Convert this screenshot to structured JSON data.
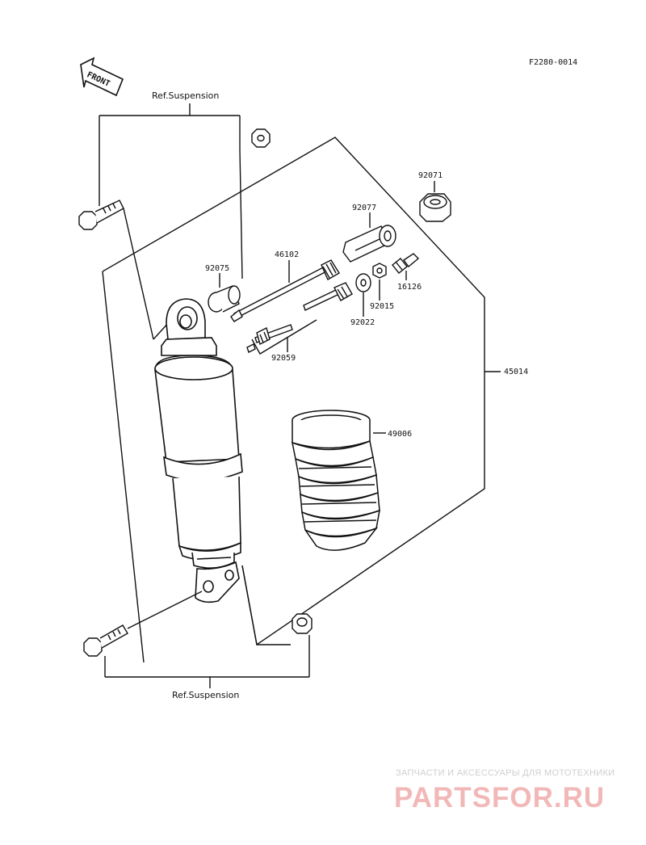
{
  "figure_code": "F2280-0014",
  "front_label": "FRONT",
  "ref_top": "Ref.Suspension",
  "ref_bottom": "Ref.Suspension",
  "parts": {
    "p92071": "92071",
    "p92077": "92077",
    "p46102": "46102",
    "p92075": "92075",
    "p16126": "16126",
    "p92015": "92015",
    "p92022": "92022",
    "p92059": "92059",
    "p45014": "45014",
    "p49006": "49006"
  },
  "watermark": {
    "line1": "ЗАПЧАСТИ И АКСЕССУАРЫ ДЛЯ МОТОТЕХНИКИ",
    "line2": "PARTSFOR.RU",
    "color": "#f2b8b8"
  }
}
